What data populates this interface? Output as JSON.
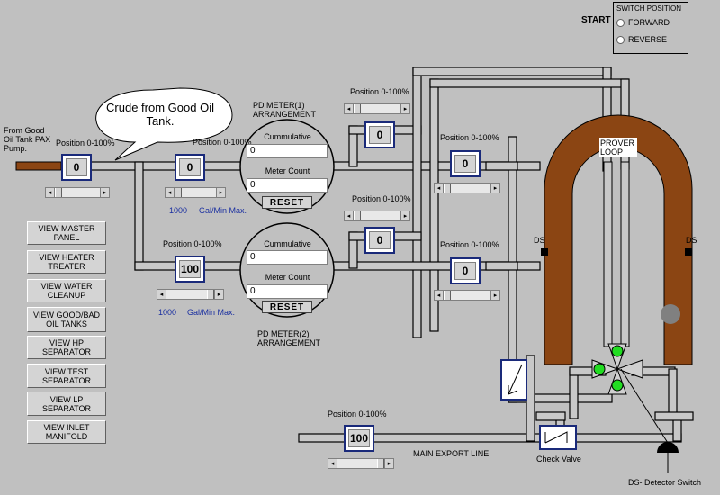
{
  "switch": {
    "start_label": "START",
    "title": "SWITCH POSITION",
    "forward_label": "FORWARD",
    "reverse_label": "REVERSE"
  },
  "callout": {
    "text": "Crude from Good Oil Tank."
  },
  "source": {
    "label": "From Good Oil Tank PAX Pump."
  },
  "valves": {
    "inlet": {
      "position_label": "Position 0-100%",
      "value": "0"
    },
    "meter1_in": {
      "position_label": "Position 0-100%",
      "value": "0"
    },
    "meter2_in": {
      "position_label": "Position 0-100%",
      "value": "100"
    },
    "meter1_bypass": {
      "position_label": "Position 0-100%",
      "value": "0"
    },
    "meter1_out": {
      "position_label": "Position 0-100%",
      "value": "0"
    },
    "meter2_bypass": {
      "position_label": "Position 0-100%",
      "value": "0"
    },
    "meter2_out": {
      "position_label": "Position 0-100%",
      "value": "0"
    },
    "export": {
      "position_label": "Position 0-100%",
      "value": "100"
    }
  },
  "flow_rate": {
    "meter1": {
      "value": "1000",
      "unit": "Gal/Min Max."
    },
    "meter2": {
      "value": "1000",
      "unit": "Gal/Min Max."
    }
  },
  "meter1": {
    "title": "PD METER(1) ARRANGEMENT",
    "cumulative_label": "Cummulative",
    "cumulative_value": "0",
    "count_label": "Meter Count",
    "count_value": "0",
    "reset_label": "RESET"
  },
  "meter2": {
    "title": "PD METER(2) ARRANGEMENT",
    "cumulative_label": "Cummulative",
    "cumulative_value": "0",
    "count_label": "Meter Count",
    "count_value": "0",
    "reset_label": "RESET"
  },
  "prover": {
    "label": "PROVER LOOP",
    "ds_left": "DS",
    "ds_right": "DS"
  },
  "labels": {
    "main_export": "MAIN EXPORT LINE",
    "check_valve": "Check Valve",
    "detector_switch": "DS- Detector Switch"
  },
  "nav": [
    "VIEW MASTER PANEL",
    "VIEW HEATER TREATER",
    "VIEW WATER CLEANUP",
    "VIEW GOOD/BAD OIL TANKS",
    "VIEW HP SEPARATOR",
    "VIEW TEST SEPARATOR",
    "VIEW LP SEPARATOR",
    "VIEW INLET MANIFOLD"
  ],
  "colors": {
    "pipe": "#c0c0c0",
    "prover": "#8b4513",
    "valve_border": "#1a2a7a",
    "led": "#22dd22"
  }
}
